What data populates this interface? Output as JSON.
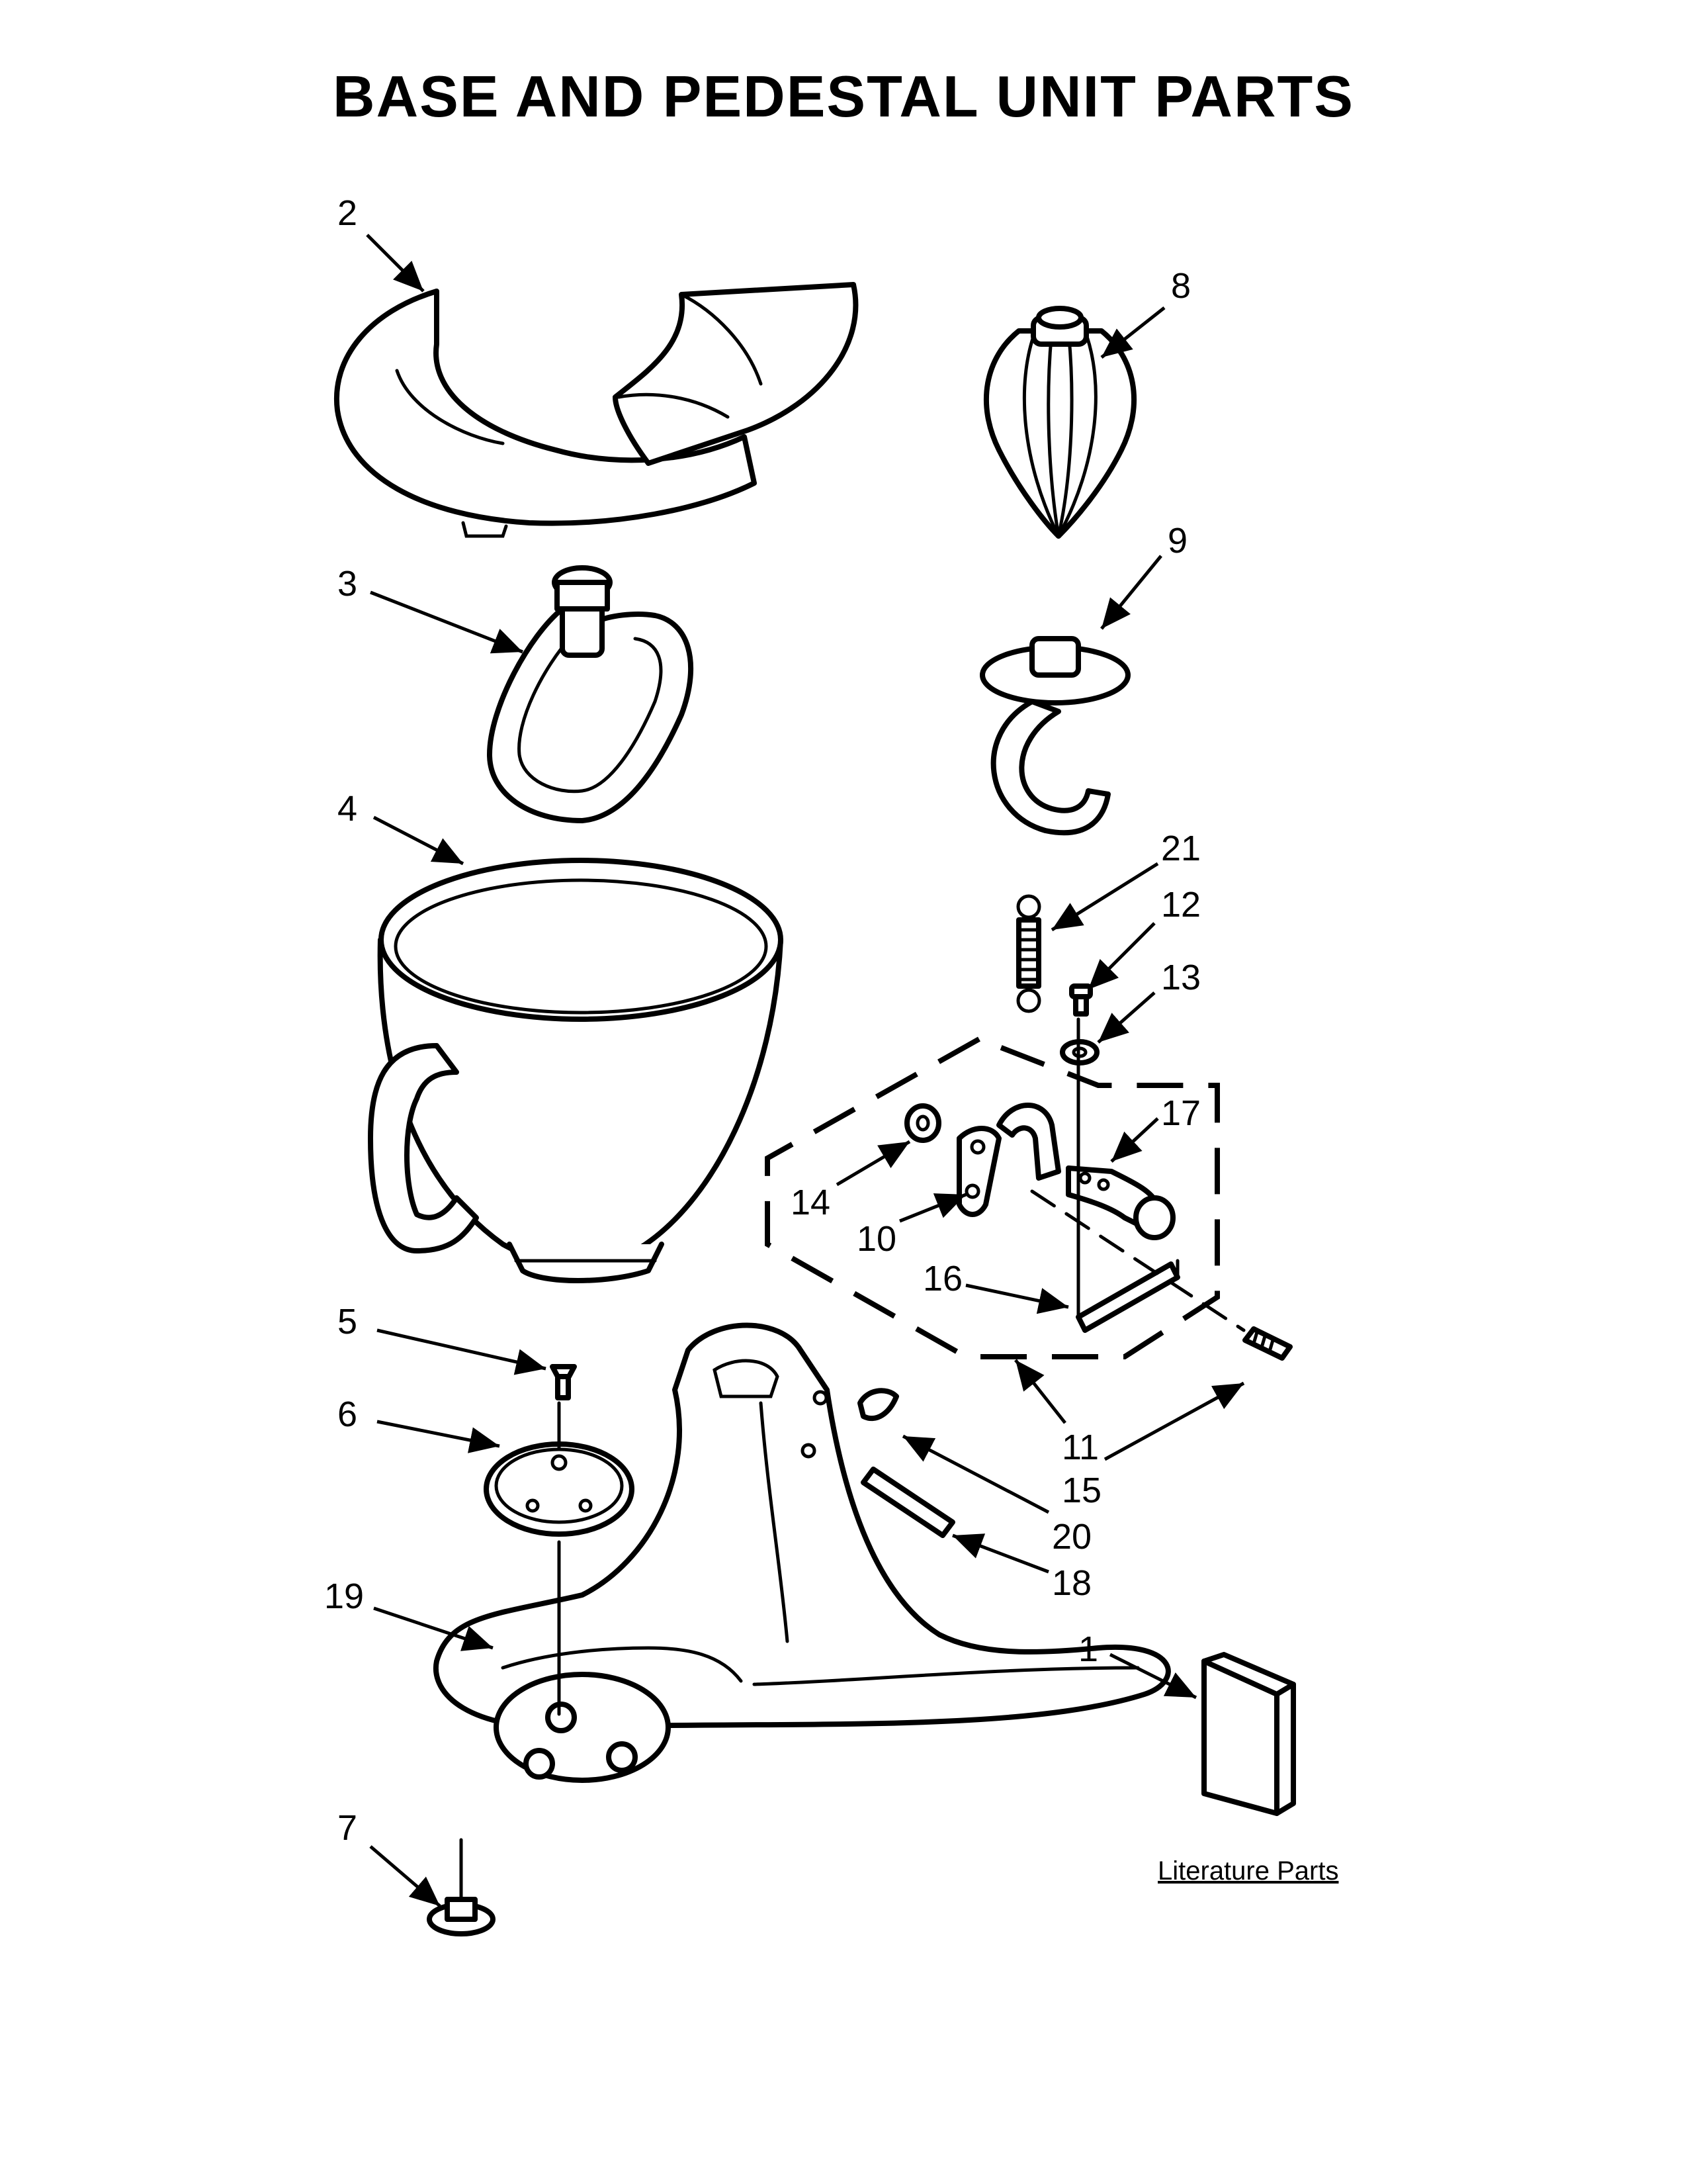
{
  "title": "BASE AND PEDESTAL UNIT PARTS",
  "literature_label": "Literature Parts",
  "callouts": {
    "c1": "1",
    "c2": "2",
    "c3": "3",
    "c4": "4",
    "c5": "5",
    "c6": "6",
    "c7": "7",
    "c8": "8",
    "c9": "9",
    "c10": "10",
    "c11": "11",
    "c12": "12",
    "c13": "13",
    "c14": "14",
    "c15": "15",
    "c16": "16",
    "c17": "17",
    "c18": "18",
    "c19": "19",
    "c20": "20",
    "c21": "21"
  }
}
